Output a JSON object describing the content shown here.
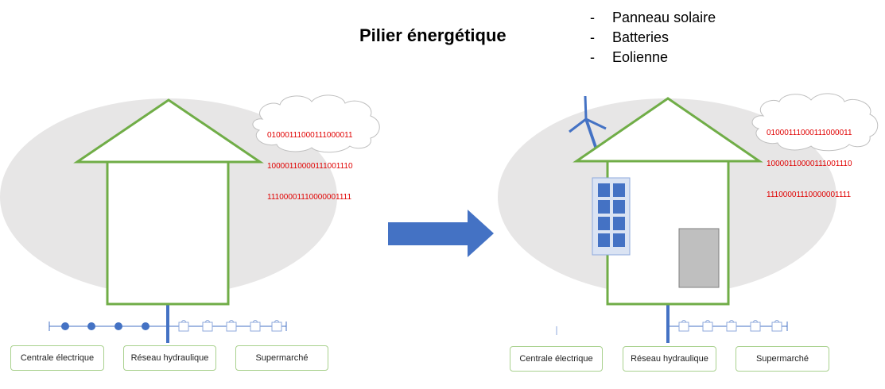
{
  "title": "Pilier énergétique",
  "bullets": [
    {
      "dash": "-",
      "text": "Panneau solaire"
    },
    {
      "dash": "-",
      "text": "Batteries"
    },
    {
      "dash": "-",
      "text": "Eolienne"
    }
  ],
  "before": {
    "cloud_lines": [
      "01000111000111000011",
      "10000110000111001110",
      "11100001110000001111"
    ],
    "boxes": [
      "Centrale électrique",
      "Réseau hydraulique",
      "Supermarché"
    ]
  },
  "after": {
    "cloud_lines": [
      "01000111000111000011",
      "10000110000111001110",
      "11100001110000001111"
    ],
    "boxes": [
      "Centrale électrique",
      "Réseau hydraulique",
      "Supermarché"
    ]
  },
  "colors": {
    "house_outline": "#70ad47",
    "utility_blue": "#4472c4",
    "bubble_gray": "#e7e6e6",
    "binary_red": "#ff0000",
    "battery_gray": "#bfbfbf"
  }
}
